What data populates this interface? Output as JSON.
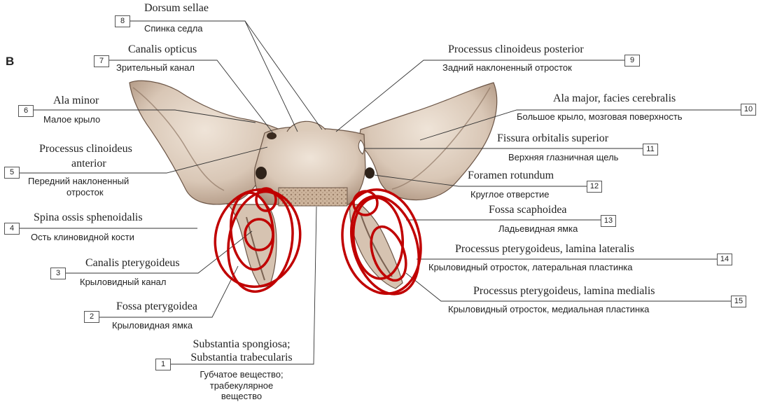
{
  "panel_letter": "B",
  "labels": [
    {
      "num": "1",
      "latin_1": "Substantia spongiosa;",
      "latin_2": "Substantia trabecularis",
      "ru_1": "Губчатое вещество;",
      "ru_2": "трабекулярное",
      "ru_3": "вещество"
    },
    {
      "num": "2",
      "latin": "Fossa pterygoidea",
      "ru": "Крыловидная ямка"
    },
    {
      "num": "3",
      "latin": "Canalis pterygoideus",
      "ru": "Крыловидный канал"
    },
    {
      "num": "4",
      "latin": "Spina ossis sphenoidalis",
      "ru": "Ость клиновидной кости"
    },
    {
      "num": "5",
      "latin_1": "Processus clinoideus",
      "latin_2": "anterior",
      "ru_1": "Передний наклоненный",
      "ru_2": "отросток"
    },
    {
      "num": "6",
      "latin": "Ala minor",
      "ru": "Малое крыло"
    },
    {
      "num": "7",
      "latin": "Canalis opticus",
      "ru": "Зрительный канал"
    },
    {
      "num": "8",
      "latin": "Dorsum sellae",
      "ru": "Спинка седла"
    },
    {
      "num": "9",
      "latin": "Processus clinoideus posterior",
      "ru": "Задний наклоненный отросток"
    },
    {
      "num": "10",
      "latin": "Ala major, facies cerebralis",
      "ru": "Большое крыло, мозговая поверхность"
    },
    {
      "num": "11",
      "latin": "Fissura orbitalis superior",
      "ru": "Верхняя глазничная щель"
    },
    {
      "num": "12",
      "latin": "Foramen rotundum",
      "ru": "Круглое отверстие"
    },
    {
      "num": "13",
      "latin": "Fossa scaphoidea",
      "ru": "Ладьевидная ямка"
    },
    {
      "num": "14",
      "latin": "Processus pterygoideus, lamina lateralis",
      "ru": "Крыловидный отросток, латеральная пластинка"
    },
    {
      "num": "15",
      "latin": "Processus pterygoideus, lamina medialis",
      "ru": "Крыловидный отросток, медиальная пластинка"
    }
  ],
  "colors": {
    "bone_light": "#e9ddd0",
    "bone_shade": "#b49a85",
    "bone_dark": "#5e4a3c",
    "leader_line": "#333333",
    "annotation_red": "#c00000"
  }
}
